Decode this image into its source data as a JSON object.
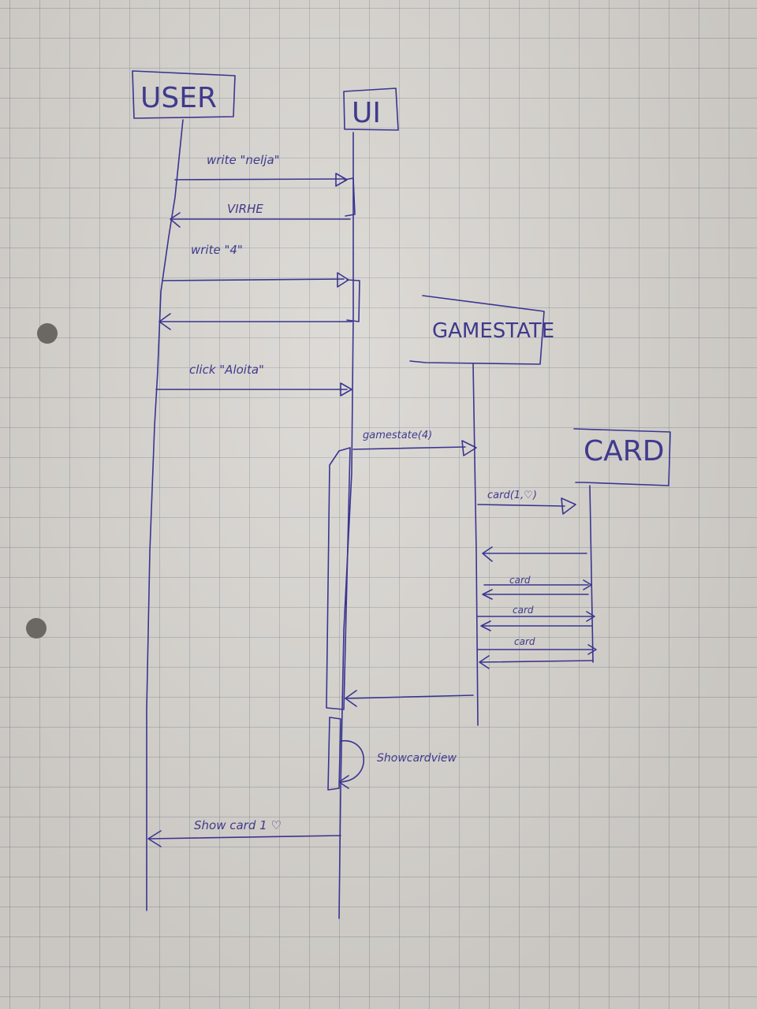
{
  "participants": {
    "user": "USER",
    "ui": "UI",
    "gamestate": "GAMESTATE",
    "card": "CARD"
  },
  "messages": {
    "write_nelja": "write \"nelja\"",
    "virhe": "VIRHE",
    "write_4": "write \"4\"",
    "click_aloita": "click \"Aloita\"",
    "gamestate_call": "gamestate(4)",
    "card_call": "card(1,♡)",
    "card_return_1": "card",
    "card_return_2": "card",
    "card_return_3": "card",
    "show_cardview": "Showcardview",
    "show_card": "Show card 1 ♡"
  },
  "colors": {
    "ink": "#3a3590",
    "paper": "#d6d3ce",
    "grid": "#6e7882"
  }
}
